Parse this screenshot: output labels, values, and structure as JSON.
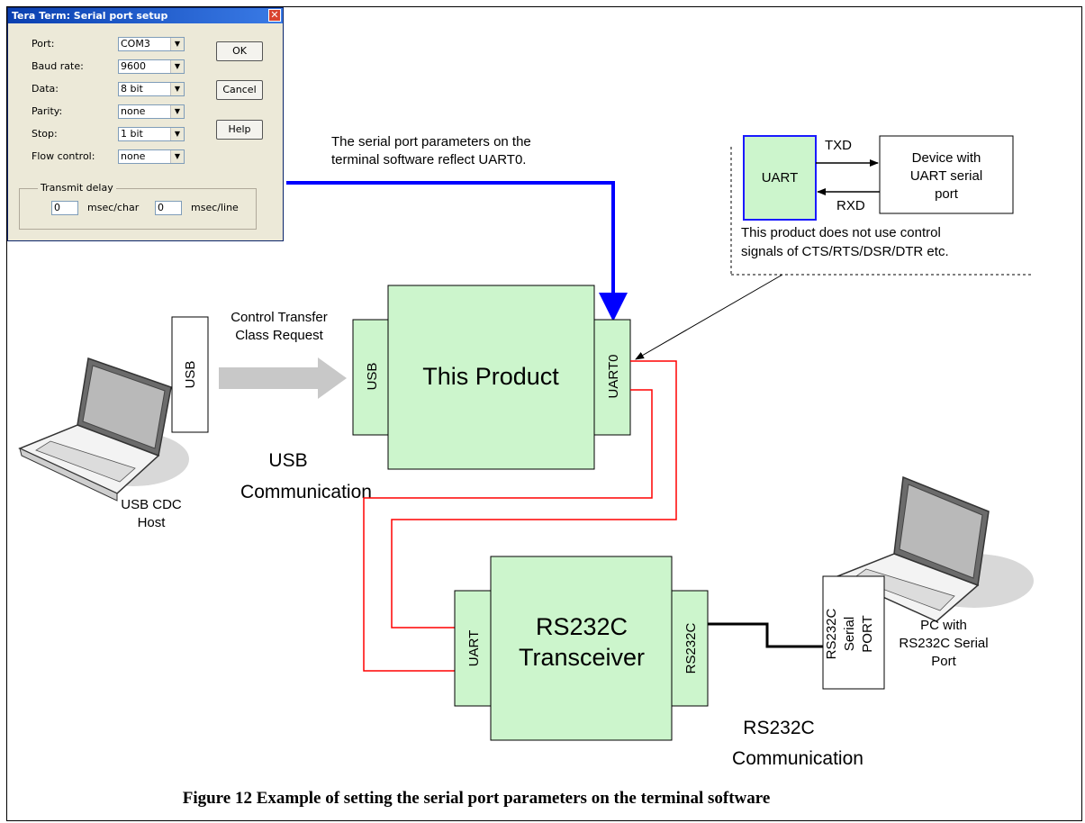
{
  "dialog": {
    "title": "Tera Term: Serial port setup",
    "rows": [
      {
        "label": "Port:",
        "value": "COM3"
      },
      {
        "label": "Baud rate:",
        "value": "9600"
      },
      {
        "label": "Data:",
        "value": "8 bit"
      },
      {
        "label": "Parity:",
        "value": "none"
      },
      {
        "label": "Stop:",
        "value": "1 bit"
      },
      {
        "label": "Flow control:",
        "value": "none"
      }
    ],
    "buttons": {
      "ok": "OK",
      "cancel": "Cancel",
      "help": "Help"
    },
    "transmit_delay": {
      "legend": "Transmit delay",
      "char_value": "0",
      "char_unit": "msec/char",
      "line_value": "0",
      "line_unit": "msec/line"
    }
  },
  "diagram": {
    "note_terminal": [
      "The serial port parameters on the",
      "terminal software reflect UART0."
    ],
    "inset": {
      "uart": "UART",
      "txd": "TXD",
      "rxd": "RXD",
      "device": [
        "Device with",
        "UART serial",
        "port"
      ],
      "note": [
        "This product does not use control",
        "signals of CTS/RTS/DSR/DTR etc."
      ]
    },
    "control_transfer": [
      "Control Transfer",
      "Class Request"
    ],
    "host_usb": "USB",
    "product": {
      "title": "This Product",
      "usb": "USB",
      "uart0": "UART0"
    },
    "usb_comm": [
      "USB",
      "Communication"
    ],
    "host_label": [
      "USB CDC",
      "Host"
    ],
    "transceiver": {
      "title": [
        "RS232C",
        "Transceiver"
      ],
      "uart": "UART",
      "rs232c": "RS232C"
    },
    "pc_port": [
      "RS232C",
      "Serial",
      "PORT"
    ],
    "pc_label": [
      "PC with",
      "RS232C Serial",
      "Port"
    ],
    "rs_comm": [
      "RS232C",
      "Communication"
    ],
    "caption": "Figure 12 Example of setting the serial port parameters on the terminal software"
  },
  "colors": {
    "box_fill": "#ccf5cc",
    "blue_arrow": "#0000ff",
    "red_wire": "#ff0000"
  }
}
